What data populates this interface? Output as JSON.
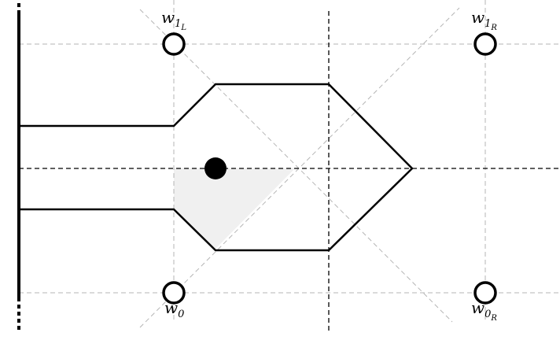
{
  "colors": {
    "background": "#ffffff",
    "stroke": "#000000",
    "grid": "#b5b5b5",
    "shade": "#f0f0f0"
  },
  "labels": {
    "w1L": {
      "base": "w",
      "sub": "1",
      "subsub": "L"
    },
    "w1R": {
      "base": "w",
      "sub": "1",
      "subsub": "R"
    },
    "w0": {
      "base": "w",
      "sub": "0",
      "subsub": ""
    },
    "w0R": {
      "base": "w",
      "sub": "0",
      "subsub": "R"
    }
  }
}
